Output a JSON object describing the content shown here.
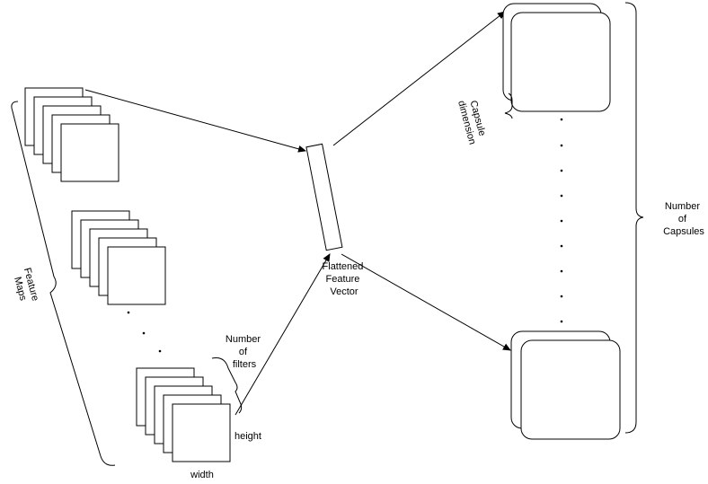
{
  "labels": {
    "feature_maps": [
      "Feature",
      "Maps"
    ],
    "capsule_dimension": [
      "Capsule",
      "dimension"
    ],
    "number_of_capsules": [
      "Number",
      "of",
      "Capsules"
    ],
    "flattened_feature_vector": [
      "Flattened",
      "Feature",
      "Vector"
    ],
    "number_of_filters": [
      "Number",
      "of",
      "filters"
    ],
    "height": "height",
    "width": "width"
  }
}
